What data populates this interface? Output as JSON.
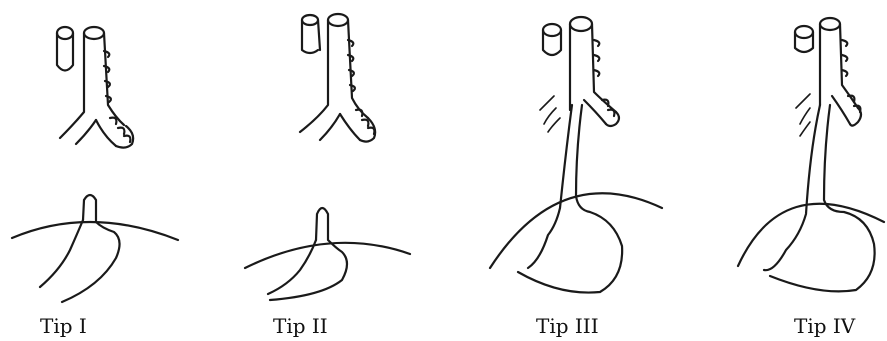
{
  "labels": {
    "type1": "Tip I",
    "type2": "Tip II",
    "type3": "Tip III",
    "type4": "Tip IV"
  }
}
